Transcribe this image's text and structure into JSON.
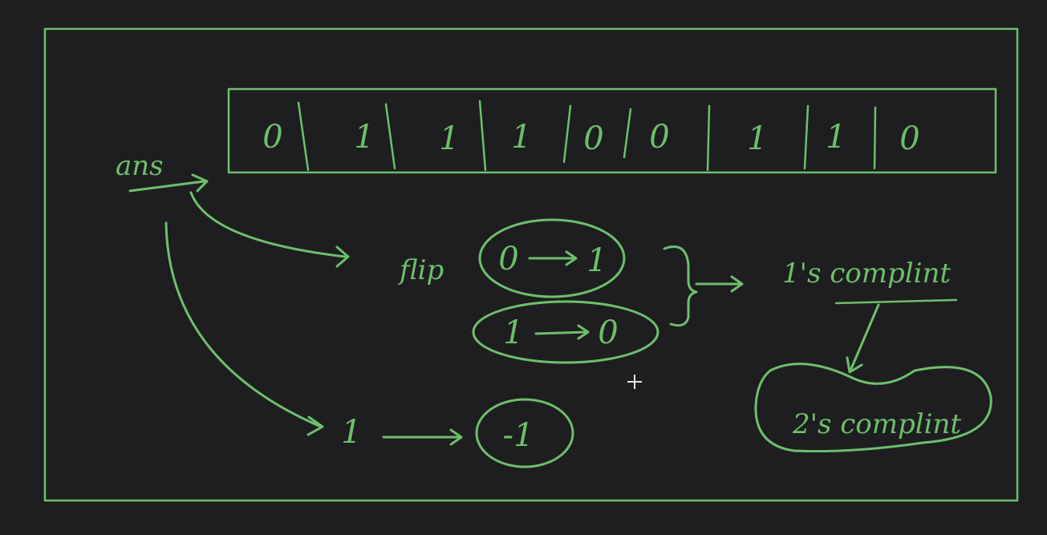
{
  "bits": [
    "0",
    "1",
    "1",
    "1",
    "0",
    "0",
    "1",
    "1",
    "0"
  ],
  "labels": {
    "ans": "ans",
    "flip": "flip",
    "zero_to_one_left": "0",
    "zero_to_one_right": "1",
    "one_to_zero_left": "1",
    "one_to_zero_right": "0",
    "ones_complement": "1's complint",
    "twos_complement": "2's complint",
    "one": "1",
    "minus_one": "-1"
  },
  "colors": {
    "ink": "#6dbf6b",
    "background": "#1e1e20",
    "cursor": "#e8e8e8"
  },
  "icons": {
    "cursor": "crosshair-cursor-icon"
  }
}
